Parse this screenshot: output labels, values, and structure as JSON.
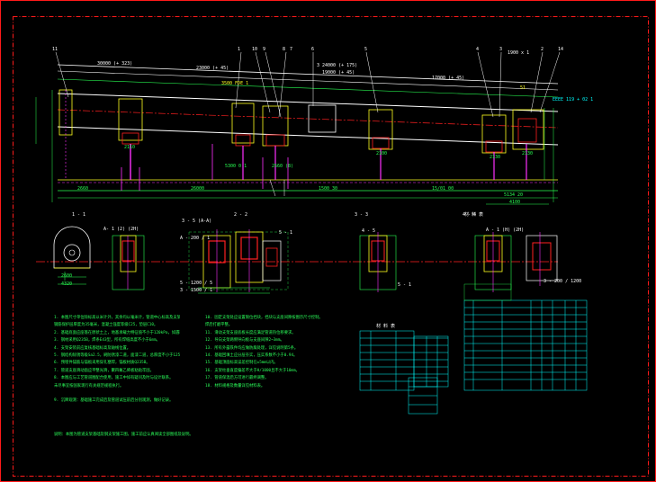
{
  "colors": {
    "background": "#000000",
    "frame": "#ff1a1a",
    "line_green": "#28ff52",
    "line_white": "#ffffff",
    "line_yellow": "#ffff20",
    "line_cyan": "#00ffff",
    "line_magenta": "#ff30ff",
    "line_red": "#ff2020",
    "text_green": "#2bff5a"
  },
  "elevation": {
    "dims_top": [
      "30000 (+ 323)",
      "23000 (+ 45)",
      "3 24000 (+ 175)",
      "19000 (+ 45)",
      "17000 (+ 45)",
      "1900 x 1"
    ],
    "callouts": [
      "11",
      "1",
      "10",
      "9",
      "8",
      "7",
      "6",
      "5",
      "4",
      "3",
      "2",
      "14"
    ],
    "dims_bottom": [
      "2660",
      "26000",
      "1500 30",
      "15/01 00",
      "5134 20",
      "4100"
    ],
    "labels_mid": [
      "3500 FDE 1",
      "2110",
      "2100",
      "2130",
      "5300 0 1",
      "2560 (8)",
      "2130",
      "51"
    ],
    "side_note": "EEEE 119 + 02 1"
  },
  "sections": {
    "s1": {
      "label": "A- 1 (2) (2H)",
      "dims": [
        "2600",
        "4320"
      ]
    },
    "s2": {
      "label": "3 - 5 (A-A)",
      "dims": [
        "A - 200 / 1",
        "5 - 1200 / 5",
        "3 - 1500 / 1",
        "5 - 1"
      ]
    },
    "s3": {
      "label": "4 - 5",
      "dims": [
        "5 - 1"
      ]
    },
    "s4": {
      "label": "A - 1 (H) (2H)",
      "dims": [
        "3 - 200 / 1200"
      ]
    },
    "tags": [
      "1 - 1",
      "2 - 2",
      "3 - 3",
      "4 - 4"
    ]
  },
  "notes_left": [
    "1. 本图尺寸单位除标高以米计外，其余均以毫米计，管道中心标高及支架位置见总图。",
    "   钢筋保护层厚度为35毫米，混凝土强度等级C25，垫层C10。",
    "2. 基础底面应座落在原状土上，地基承载力特征值不小于120kPa，如遇软弱土层应换填处理。",
    "3. 钢材采用Q235B，焊条E43型，所有焊缝高度不小于6mm。",
    "4. 支架安装前应复核基础标高及轴线位置。",
    "5. 钢结构除锈等级Sa2.5，刷防锈漆二道，面漆二道，总厚度不小于125μm。",
    "6. 预埋件锚筋与锚板采用穿孔塞焊，锚板材质Q235B。",
    "7. 管道支座滑动面应平整光滑，聚四氟乙烯板粘贴牢固。",
    "8. 本图应与工艺管道图配合使用，施工中如有疑问及时与设计联系。",
    "   未尽事宜按国家现行有关规范规程执行。",
    "",
    "9. 沉降观测：基础施工完成后及管道试压前后分别观测，做好记录。"
  ],
  "notes_mid": [
    "10. 固定支架处应设置限位挡块，挡块与支座间隙按图示尺寸控制。",
    "    焊后打磨平整。",
    "11. 滑动支架支座底板长度应满足管道热位移要求。",
    "12. 导向支架两侧导向板与支座间隙2~3mm。",
    "13. 所有外露铁件均应做防腐处理，详见说明第5条。",
    "14. 基础回填土应分层夯实，压实系数不小于0.94。",
    "15. 基础顶面标高误差控制在±5mm以内。",
    "16. 支架柱垂直度偏差不大于H/1000且不大于10mm。",
    "17. 管道保温后方可进行最终调整。",
    "18. 材料规格及数量详见材料表。"
  ],
  "bottom_note": "说明：本图为管道支架基础及钢支架施工图，施工前应认真阅读全部图纸及说明。",
  "tables": {
    "t1_title": "材 料 表",
    "t2_title": "材 料 表"
  }
}
